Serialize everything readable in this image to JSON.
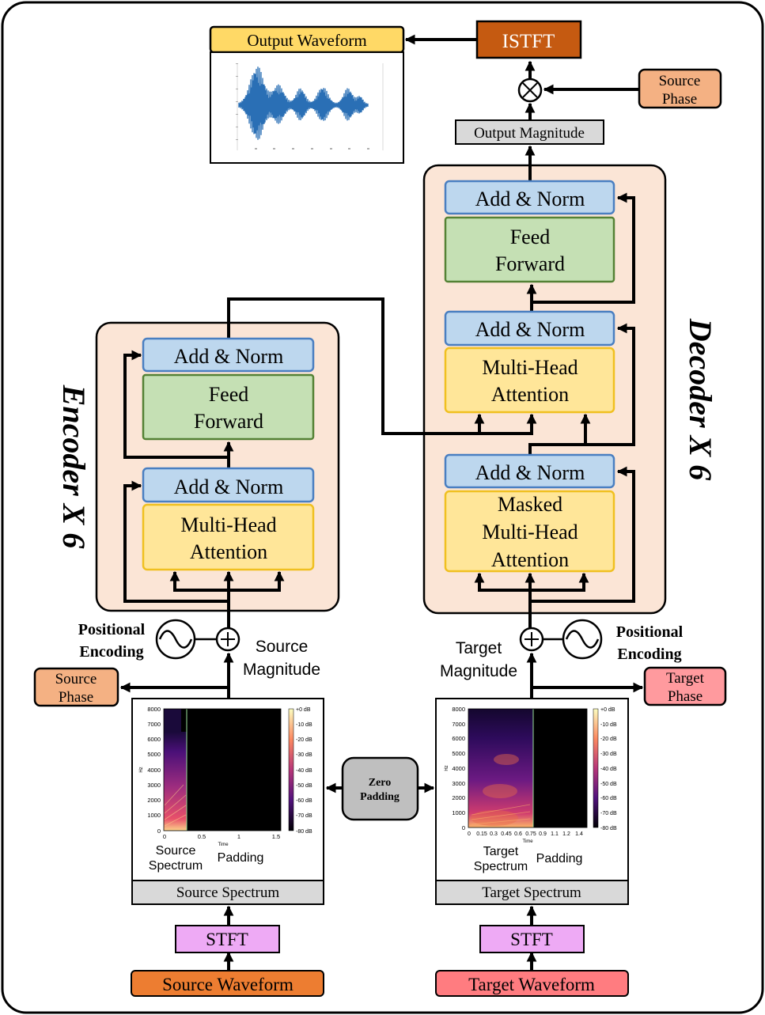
{
  "top": {
    "istft": "ISTFT",
    "output_waveform": "Output Waveform",
    "output_magnitude": "Output Magnitude",
    "source_phase_top": [
      "Source",
      "Phase"
    ]
  },
  "encoder": {
    "label": "Encoder X 6",
    "add_norm_top": "Add & Norm",
    "feed_forward": [
      "Feed",
      "Forward"
    ],
    "add_norm_bottom": "Add & Norm",
    "attention": [
      "Multi-Head",
      "Attention"
    ]
  },
  "decoder": {
    "label": "Decoder X 6",
    "add_norm_top": "Add & Norm",
    "feed_forward": [
      "Feed",
      "Forward"
    ],
    "add_norm_mid": "Add & Norm",
    "cross_attention": [
      "Multi-Head",
      "Attention"
    ],
    "add_norm_bottom": "Add & Norm",
    "masked_attention": [
      "Masked",
      "Multi-Head",
      "Attention"
    ]
  },
  "left": {
    "positional_encoding": [
      "Positional",
      "Encoding"
    ],
    "magnitude": [
      "Source",
      "Magnitude"
    ],
    "phase": [
      "Source",
      "Phase"
    ],
    "spectrum_label": "Source Spectrum",
    "spectrum_caption": [
      "Source",
      "Spectrum"
    ],
    "padding_caption": "Padding",
    "stft": "STFT",
    "waveform": "Source Waveform",
    "y_ticks": [
      "8000",
      "7000",
      "6000",
      "5000",
      "4000",
      "3000",
      "2000",
      "1000",
      "0"
    ],
    "x_ticks": [
      "0",
      "0.5",
      "1",
      "1.5"
    ],
    "db_ticks": [
      "+0 dB",
      "-10 dB",
      "-20 dB",
      "-30 dB",
      "-40 dB",
      "-50 dB",
      "-60 dB",
      "-70 dB",
      "-80 dB"
    ],
    "y_axis": "Hz",
    "x_axis": "Time"
  },
  "right": {
    "positional_encoding": [
      "Positional",
      "Encoding"
    ],
    "magnitude": [
      "Target",
      "Magnitude"
    ],
    "phase": [
      "Target",
      "Phase"
    ],
    "spectrum_label": "Target Spectrum",
    "spectrum_caption": [
      "Target",
      "Spectrum"
    ],
    "padding_caption": "Padding",
    "stft": "STFT",
    "waveform": "Target Waveform",
    "y_ticks": [
      "8000",
      "7000",
      "6000",
      "5000",
      "4000",
      "3000",
      "2000",
      "1000",
      "0"
    ],
    "x_ticks": [
      "0",
      "0.15",
      "0.3",
      "0.45",
      "0.6",
      "0.75",
      "0.9",
      "1.1",
      "1.2",
      "1.4"
    ],
    "db_ticks": [
      "+0 dB",
      "-10 dB",
      "-20 dB",
      "-30 dB",
      "-40 dB",
      "-50 dB",
      "-60 dB",
      "-70 dB",
      "-80 dB"
    ],
    "y_axis": "Hz",
    "x_axis": "Time"
  },
  "zero_padding": [
    "Zero",
    "Padding"
  ],
  "colors": {
    "add_norm": "#bdd7ee",
    "add_norm_border": "#4a7fc1",
    "feed_forward": "#c5e0b4",
    "feed_forward_border": "#548235",
    "attention": "#ffe699",
    "attention_border": "#f0c020",
    "stack_bg": "#fbe5d6",
    "istft": "#c55a11",
    "source_waveform": "#ed7d31",
    "target_waveform": "#ff7c80",
    "phase_source": "#f4b183",
    "phase_target": "#ff9a9e",
    "output_waveform": "#ffd966",
    "stft": "#eeaaf5",
    "gray_box": "#d9d9d9"
  }
}
